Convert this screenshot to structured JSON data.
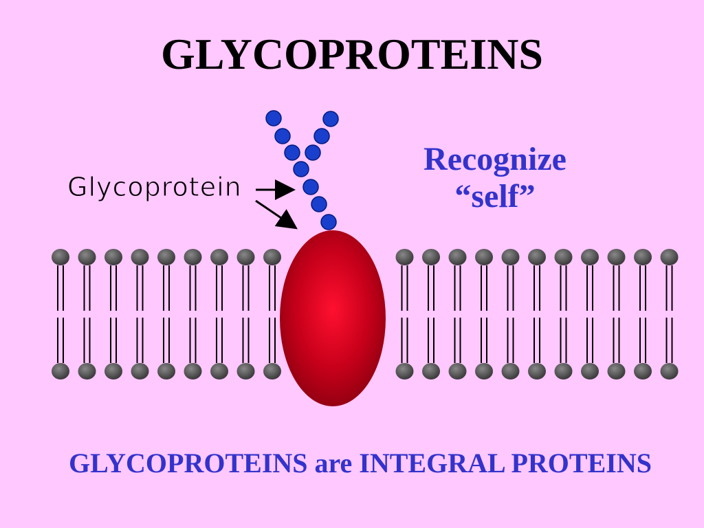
{
  "title": "GLYCOPROTEINS",
  "callout": {
    "line1": "Recognize",
    "line2": "“self”"
  },
  "label": "Glycoprotein",
  "caption": "GLYCOPROTEINS are INTEGRAL PROTEINS",
  "colors": {
    "background": "#ffc8ff",
    "accent_text": "#3333cc",
    "sugar_beads": "#1a3fcc",
    "protein": "#d40020",
    "phospholipid_head": "#555555"
  }
}
